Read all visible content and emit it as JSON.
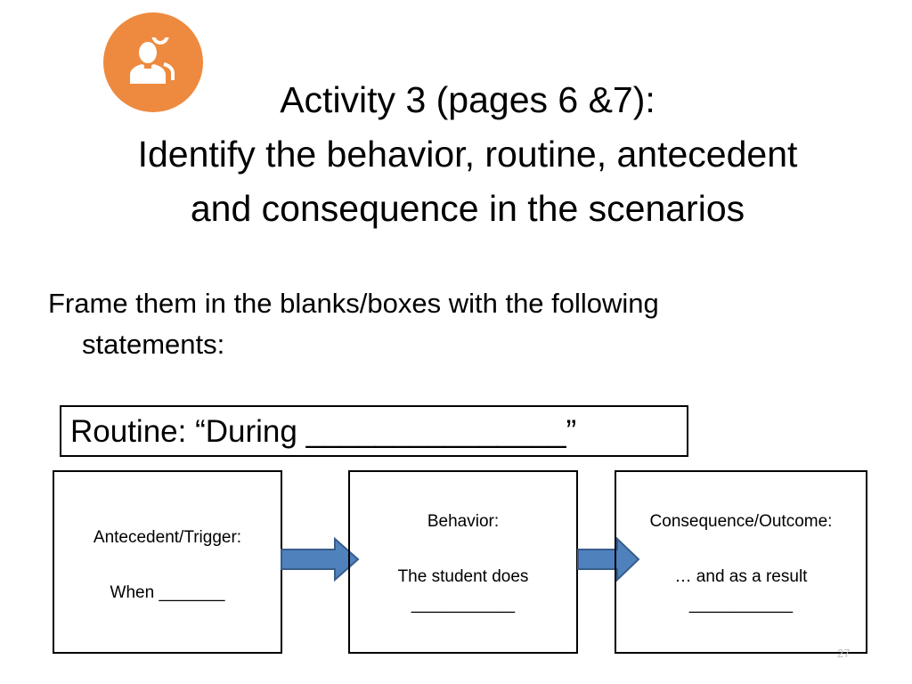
{
  "title": {
    "line1": "Activity 3 (pages 6 &7):",
    "line2": "Identify the behavior, routine, antecedent",
    "line3": "and consequence in the scenarios"
  },
  "icon": {
    "name": "users-icon",
    "color": "#ee8a3f"
  },
  "body": {
    "line1": "Frame them in the blanks/boxes with the following",
    "line2": "statements:"
  },
  "routine": {
    "text": "Routine: “During _______________”"
  },
  "boxes": {
    "antecedent": {
      "label": "Antecedent/Trigger:",
      "text": "When _______"
    },
    "behavior": {
      "label": "Behavior:",
      "text": "The student does",
      "blank": "___________"
    },
    "consequence": {
      "label": "Consequence/Outcome:",
      "text": "… and as a result",
      "blank": "___________"
    }
  },
  "arrow_color": "#4f81bd",
  "page_number": "27"
}
